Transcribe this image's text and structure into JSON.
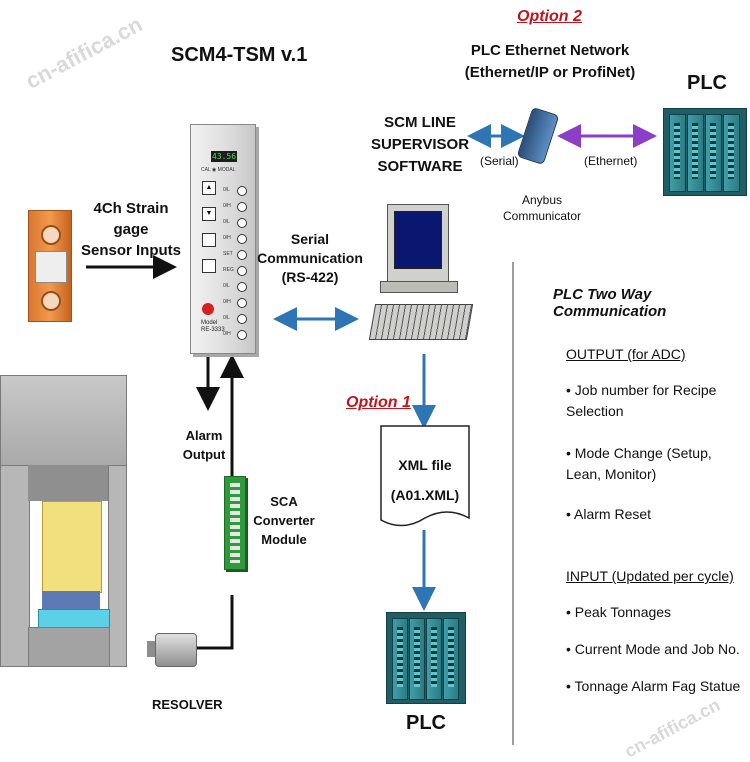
{
  "watermarks": [
    "cn-afifica.cn",
    "cn-afifica.cn"
  ],
  "device": {
    "title": "SCM4-TSM  v.1",
    "display": "43.56",
    "legend": "CAL ◉ MODAL",
    "rows": [
      "0/L",
      "0/H",
      "0/L",
      "0/H",
      "SET",
      "REG",
      "0/L",
      "0/H",
      "0/L",
      "0/H"
    ],
    "model_line1": "Model",
    "model_line2": "RE-3333"
  },
  "labels": {
    "sensor_inputs": [
      "4Ch Strain gage",
      "Sensor Inputs"
    ],
    "serial_comm": [
      "Serial",
      "Communication",
      "(RS-422)"
    ],
    "software": [
      "SCM LINE",
      "SUPERVISOR",
      "SOFTWARE"
    ],
    "option2": "Option 2",
    "network": [
      "PLC Ethernet Network",
      "(Ethernet/IP or ProfiNet)"
    ],
    "plc_top": "PLC",
    "serial": "(Serial)",
    "ethernet": "(Ethernet)",
    "anybus": [
      "Anybus",
      "Communicator"
    ],
    "option1": "Option 1",
    "xml": [
      "XML file",
      "(A01.XML)"
    ],
    "plc_bottom": "PLC",
    "alarm_output": [
      "Alarm",
      "Output"
    ],
    "converter": [
      "SCA",
      "Converter",
      "Module"
    ],
    "resolver": "RESOLVER"
  },
  "plc_comm": {
    "title": "PLC Two Way Communication",
    "output_heading": "OUTPUT (for ADC)",
    "output_items": [
      "• Job number for Recipe Selection",
      "• Mode Change (Setup, Lean, Monitor)",
      "• Alarm Reset"
    ],
    "input_heading": "INPUT (Updated per cycle)",
    "input_items": [
      "• Peak Tonnages",
      "• Current Mode and Job No.",
      "• Tonnage Alarm Fag Statue"
    ]
  },
  "colors": {
    "arrow_blue": "#2e75b6",
    "arrow_purple": "#8b3fc8",
    "plc_teal": "#2f8a92",
    "converter_green": "#2e9b3a",
    "option_red": "#c0161b"
  }
}
